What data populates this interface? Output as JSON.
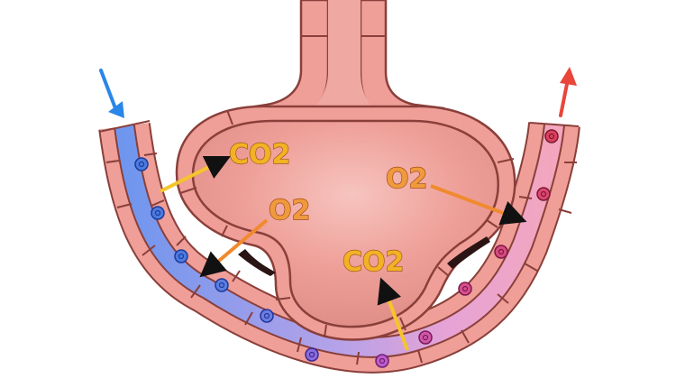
{
  "labels": {
    "co2_top": "CO2",
    "o2_left": "O2",
    "o2_right": "O2",
    "co2_bottom": "CO2"
  },
  "icons": {
    "inflow": "blue-arrow-down-icon",
    "outflow": "red-arrow-up-icon"
  },
  "colors": {
    "tissue": "#f0a19a",
    "tissue_outline": "#8a3f3a",
    "alveolus_inner": "#f2a8a3",
    "vessel_deoxygenated": "#7aa0ee",
    "vessel_oxygenated": "#ef9fbf",
    "cell_deoxygenated": "#4a6ed6",
    "cell_oxygenated": "#d84f8d",
    "co2_label": "#f2b224",
    "o2_label": "#ef9a3c",
    "co2_arrow": "#f5c52a",
    "o2_arrow": "#f08a2e",
    "inflow_arrow": "#2a86e8",
    "outflow_arrow": "#e8463a"
  }
}
